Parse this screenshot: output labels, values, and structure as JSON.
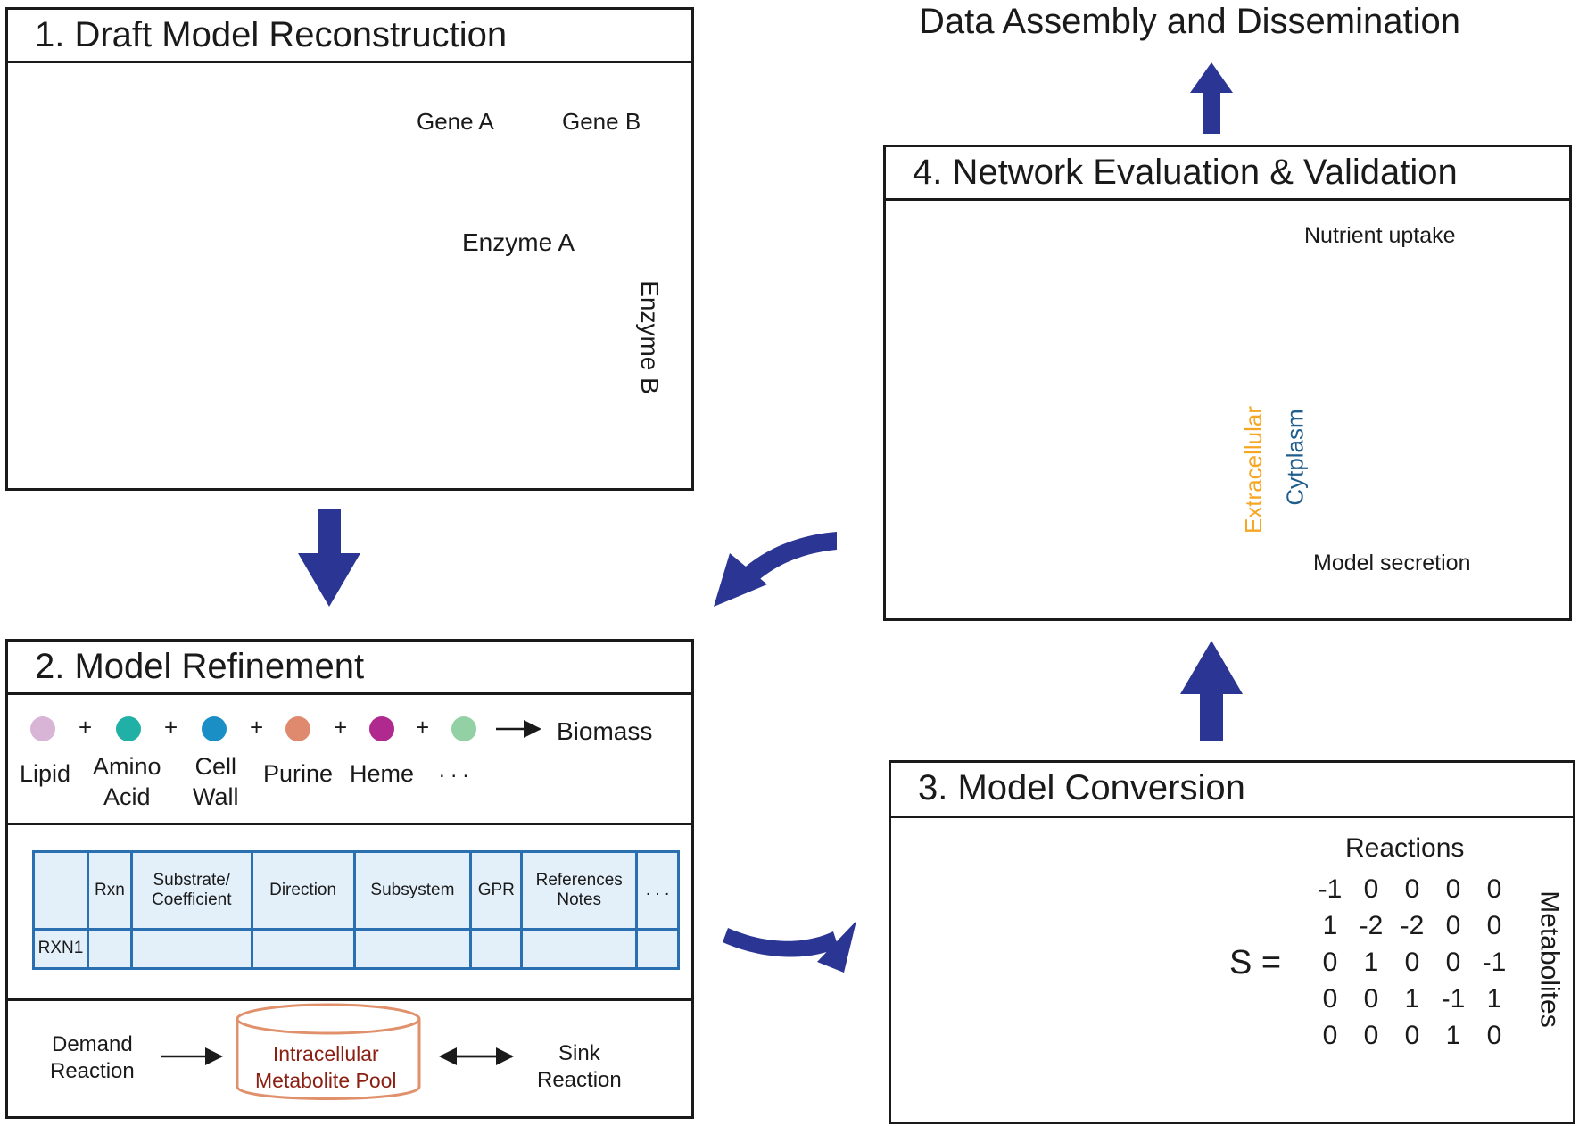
{
  "top_title": "Data Assembly and Dissemination",
  "panel1": {
    "title": "1. Draft Model Reconstruction",
    "gene_a": "Gene A",
    "gene_b": "Gene B",
    "enzyme_a": "Enzyme A",
    "enzyme_b": "Enzyme B"
  },
  "panel2": {
    "title": "2. Model Refinement",
    "biomass_label": "Biomass",
    "plus": "+",
    "components": [
      {
        "name": "Lipid",
        "color": "#d8b4d6"
      },
      {
        "name": "Amino Acid",
        "color": "#21b0a6"
      },
      {
        "name": "Cell Wall",
        "color": "#1a8fc6"
      },
      {
        "name": "Purine",
        "color": "#df8a6e"
      },
      {
        "name": "Heme",
        "color": "#b0298f"
      },
      {
        "name": "...",
        "color": "#93d1a4"
      }
    ],
    "component_labels": {
      "lipid": "Lipid",
      "amino_1": "Amino",
      "amino_2": "Acid",
      "cell_1": "Cell",
      "cell_2": "Wall",
      "purine": "Purine",
      "heme": "Heme",
      "more": ". . ."
    },
    "table": {
      "headers": [
        "",
        "Rxn",
        "Substrate/ Coefficient",
        "Direction",
        "Subsystem",
        "GPR",
        "References Notes",
        ". . ."
      ],
      "row_label": "RXN1"
    },
    "demand_1": "Demand",
    "demand_2": "Reaction",
    "pool_1": "Intracellular",
    "pool_2": "Metabolite Pool",
    "sink_1": "Sink",
    "sink_2": "Reaction"
  },
  "panel3": {
    "title": "3. Model Conversion",
    "reactions_label": "Reactions",
    "metabolites_label": "Metabolites",
    "s_label": "S =",
    "matrix": [
      [
        "-1",
        "0",
        "0",
        "0",
        "0"
      ],
      [
        "1",
        "-2",
        "-2",
        "0",
        "0"
      ],
      [
        "0",
        "1",
        "0",
        "0",
        "-1"
      ],
      [
        "0",
        "0",
        "1",
        "-1",
        "1"
      ],
      [
        "0",
        "0",
        "0",
        "1",
        "0"
      ]
    ]
  },
  "panel4": {
    "title": "4. Network Evaluation & Validation",
    "nutrient_uptake": "Nutrient uptake",
    "model_secretion": "Model secretion",
    "extracellular": "Extracellular",
    "cytoplasm": "Cytplasm"
  },
  "colors": {
    "arrow": "#2b3593",
    "edge": "#f2c9c2",
    "node_fill": "#dbe9f3",
    "node_stroke": "#555555",
    "highlight": "#b5234d",
    "extracellular": "#f5a623",
    "cytoplasm": "#1f5d8c",
    "table_border": "#2a6fb0",
    "gene_a": "#f7b51c",
    "gene_b": "#ebc0bf",
    "pool": "#e0916b",
    "pool_text": "#8a1f12"
  }
}
